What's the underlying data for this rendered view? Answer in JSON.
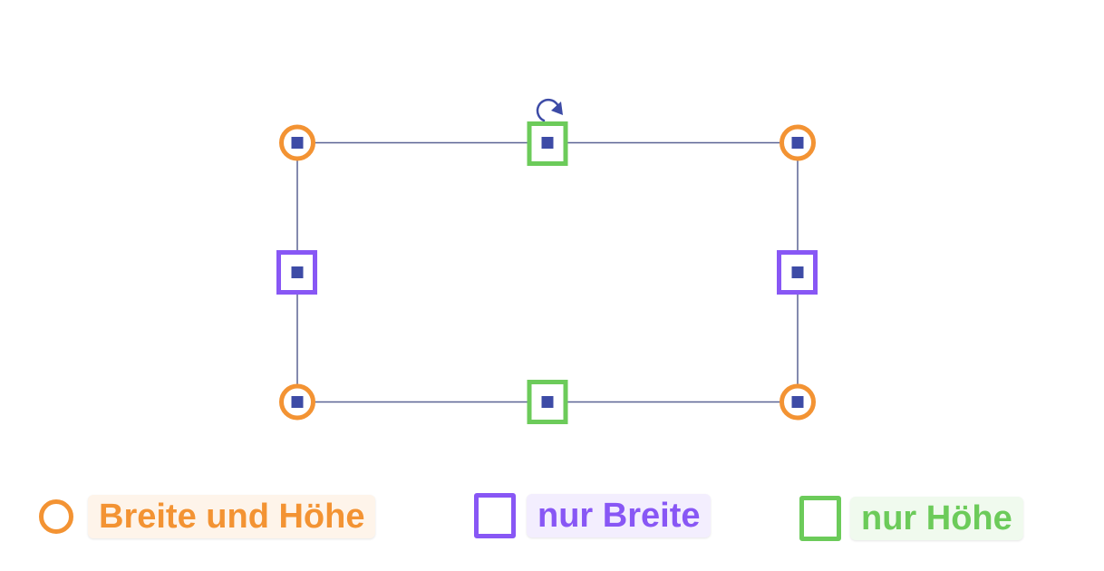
{
  "colors": {
    "frame": "#5B6394",
    "handle_core": "#3D4BA6",
    "both": "#F39333",
    "width_only": "#8857F5",
    "height_only": "#6CCB5A",
    "both_label_bg": "#FEF4EA",
    "width_label_bg": "#F3EEFE",
    "height_label_bg": "#F0FAEE"
  },
  "icons": {
    "rotate": "rotate-icon",
    "corner_handle": "circle-handle-icon",
    "side_handle": "square-handle-icon"
  },
  "legend": [
    {
      "key": "both",
      "label": "Breite und Höhe"
    },
    {
      "key": "width_only",
      "label": "nur Breite"
    },
    {
      "key": "height_only",
      "label": "nur Höhe"
    }
  ]
}
